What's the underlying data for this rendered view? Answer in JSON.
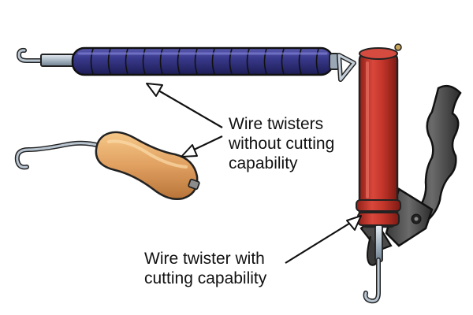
{
  "labels": {
    "without_cutting": {
      "line1": "Wire twisters",
      "line2": "without cutting",
      "line3": "capability"
    },
    "with_cutting": {
      "line1": "Wire twister with",
      "line2": "cutting capability"
    }
  },
  "tools": [
    {
      "name": "blue-handle-wire-twister",
      "color": "#2f2f78"
    },
    {
      "name": "wooden-handle-wire-twister",
      "color": "#e0a060"
    },
    {
      "name": "red-barrel-wire-twister",
      "color": "#c4362b"
    }
  ]
}
